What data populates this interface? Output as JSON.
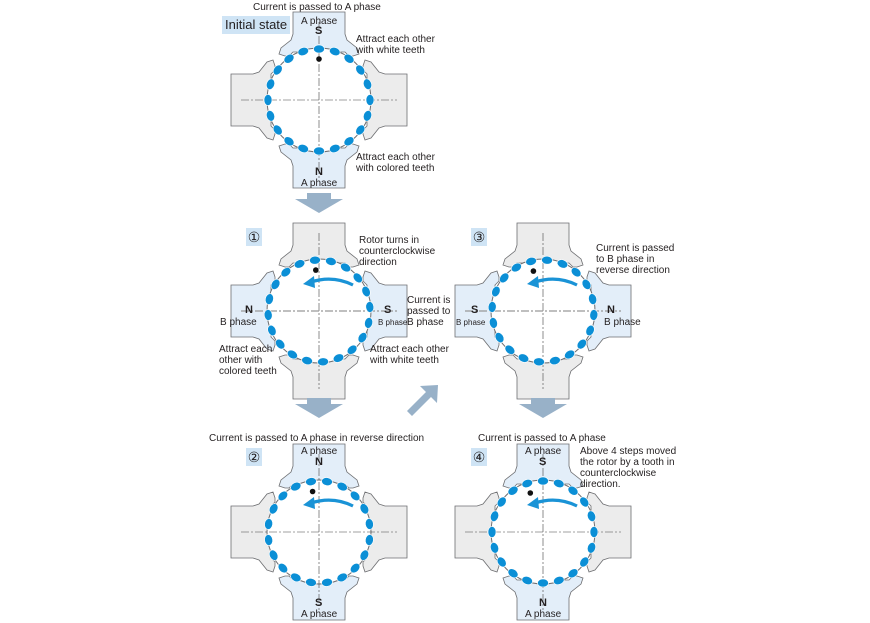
{
  "title_initial": "Initial state",
  "colors": {
    "tooth_blue": "#0b8fd6",
    "stator_gray": "#ececec",
    "stator_energized": "#e3eef9",
    "outline": "#6d6e71",
    "badge_bg": "#cfe4f5",
    "flow_arrow": "#98b1c8",
    "rotation_arrow": "#1a93d6"
  },
  "panels": {
    "initial": {
      "caption": "Current is passed to A phase",
      "top_phase": "A phase",
      "top_pole": "S",
      "bottom_pole": "N",
      "bottom_phase": "A phase",
      "note_top": [
        "Attract each other",
        "with white teeth"
      ],
      "note_bottom": [
        "Attract each other",
        "with colored teeth"
      ]
    },
    "step1": {
      "badge": "①",
      "note_rotor": [
        "Rotor turns in",
        "counterclockwise",
        "direction"
      ],
      "left_pole": "N",
      "left_phase": "B phase",
      "right_pole": "S",
      "right_phase": "B phase",
      "note_current": [
        "Current is",
        "passed to",
        "B phase"
      ],
      "note_left": [
        "Attract each",
        "other with",
        "colored teeth"
      ],
      "note_right": [
        "Attract each other",
        "with white teeth"
      ]
    },
    "step2": {
      "badge": "②",
      "caption": "Current is passed to A phase in reverse direction",
      "top_phase": "A phase",
      "top_pole": "N",
      "bottom_pole": "S",
      "bottom_phase": "A phase"
    },
    "step3": {
      "badge": "③",
      "note_current": [
        "Current is passed",
        "to B phase in",
        "reverse direction"
      ],
      "left_pole": "S",
      "left_phase": "B phase",
      "right_pole": "N",
      "right_phase": "B phase"
    },
    "step4": {
      "badge": "④",
      "caption": "Current is passed to A phase",
      "top_phase": "A phase",
      "top_pole": "S",
      "bottom_pole": "N",
      "bottom_phase": "A phase",
      "note": [
        "Above 4 steps moved",
        "the rotor by a tooth in",
        "counterclockwise",
        "direction."
      ]
    }
  }
}
